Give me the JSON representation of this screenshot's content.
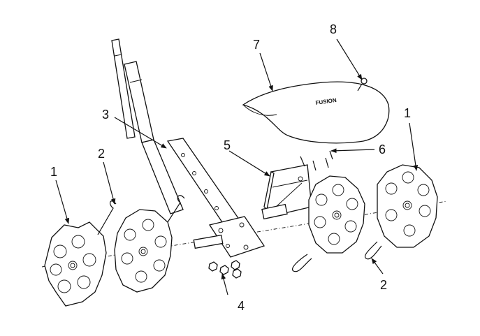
{
  "diagram": {
    "callouts": [
      {
        "id": "c1-left",
        "text": "1"
      },
      {
        "id": "c2-left",
        "text": "2"
      },
      {
        "id": "c3",
        "text": "3"
      },
      {
        "id": "c4",
        "text": "4"
      },
      {
        "id": "c5",
        "text": "5"
      },
      {
        "id": "c6",
        "text": "6"
      },
      {
        "id": "c7",
        "text": "7"
      },
      {
        "id": "c8",
        "text": "8"
      },
      {
        "id": "c1-right",
        "text": "1"
      },
      {
        "id": "c2-right",
        "text": "2"
      }
    ],
    "brand_mark": "FUSION"
  }
}
